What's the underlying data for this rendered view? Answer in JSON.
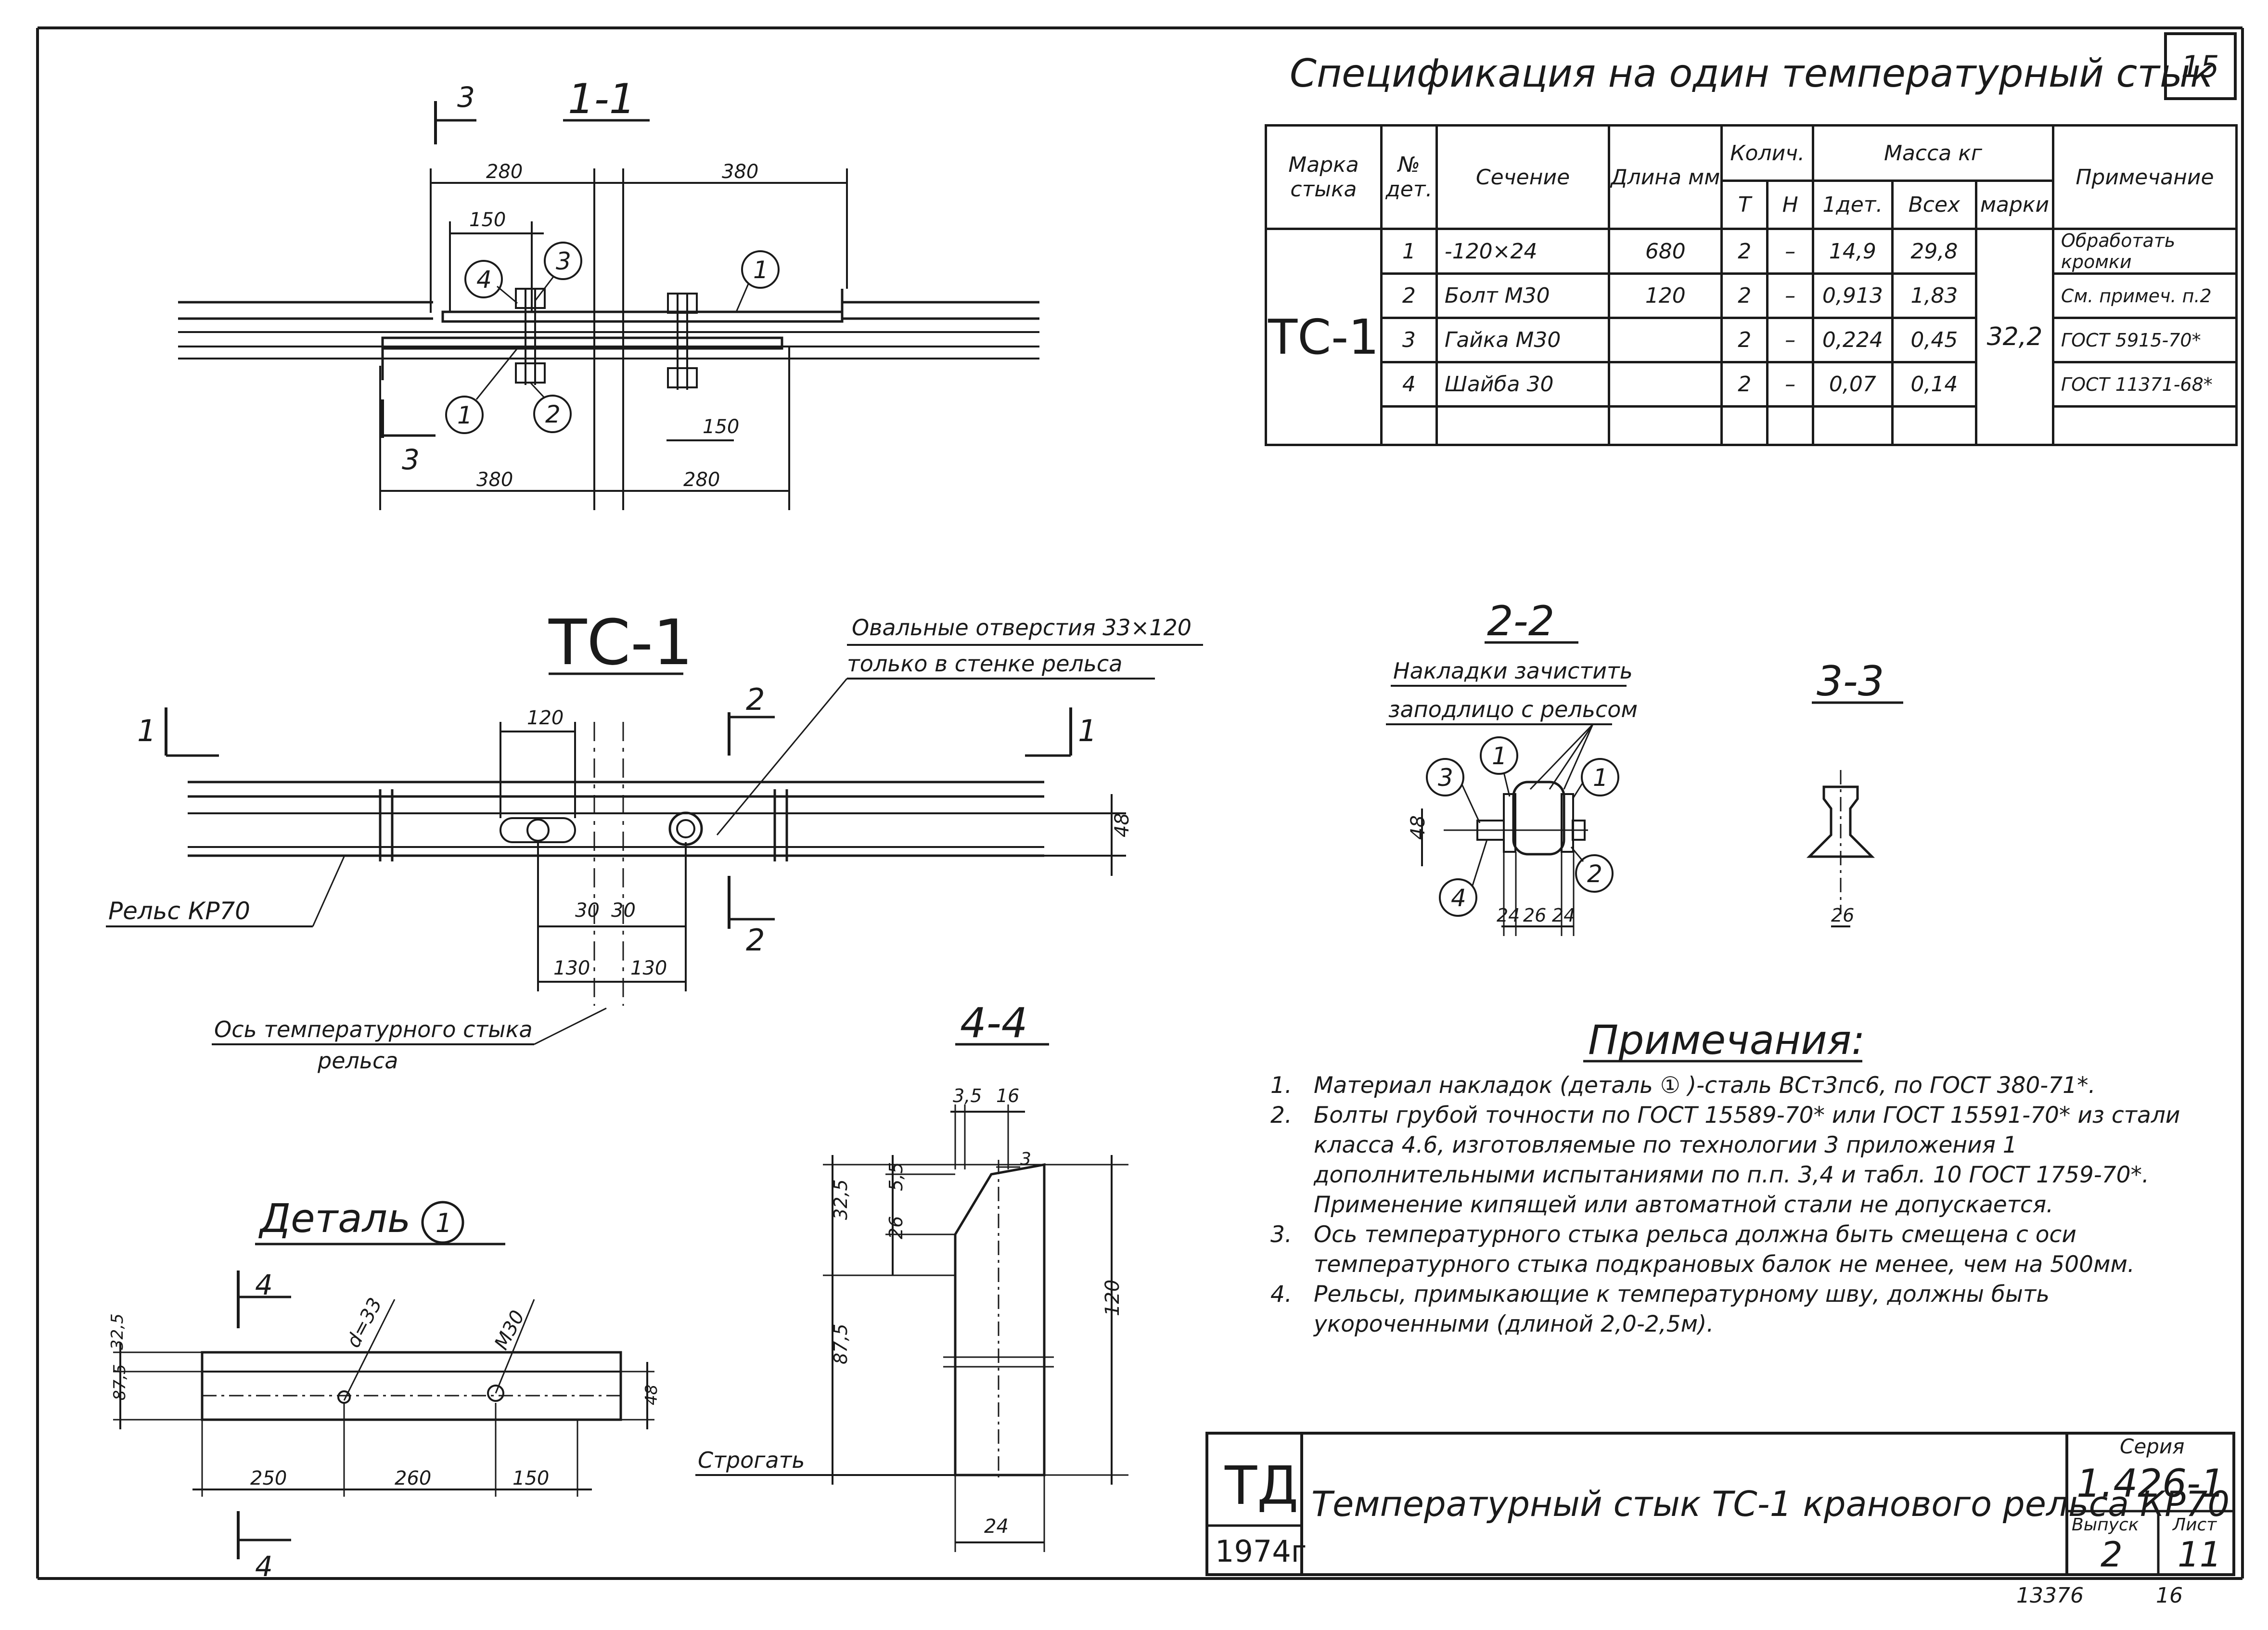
{
  "sheet_number": "15",
  "stamp_number": "13376",
  "stamp_page": "16",
  "spec": {
    "title": "Спецификация на один температурный стык",
    "headers": {
      "mark": "Марка стыка",
      "num": "№ дет.",
      "section": "Сечение",
      "length": "Длина мм",
      "qty": "Колич.",
      "qty_t": "Т",
      "qty_n": "Н",
      "mass": "Масса кг",
      "mass_one": "1дет.",
      "mass_all": "Всех",
      "mass_mark": "марки",
      "note": "Примечание"
    },
    "mark": "ТС-1",
    "mark_mass": "32,2",
    "rows": [
      {
        "num": "1",
        "section": "-120×24",
        "length": "680",
        "t": "2",
        "n": "–",
        "one": "14,9",
        "all": "29,8",
        "note": "Обработать кромки"
      },
      {
        "num": "2",
        "section": "Болт М30",
        "length": "120",
        "t": "2",
        "n": "–",
        "one": "0,913",
        "all": "1,83",
        "note": "См. примеч. п.2"
      },
      {
        "num": "3",
        "section": "Гайка М30",
        "length": "",
        "t": "2",
        "n": "–",
        "one": "0,224",
        "all": "0,45",
        "note": "ГОСТ 5915-70*"
      },
      {
        "num": "4",
        "section": "Шайба 30",
        "length": "",
        "t": "2",
        "n": "–",
        "one": "0,07",
        "all": "0,14",
        "note": "ГОСТ 11371-68*"
      }
    ]
  },
  "views": {
    "s11": {
      "title": "1-1",
      "d280a": "280",
      "d380a": "380",
      "d150a": "150",
      "d150b": "150",
      "d380b": "380",
      "d280b": "280",
      "cut": "3"
    },
    "tc1": {
      "title": "ТС-1",
      "d120": "120",
      "d30a": "30",
      "d30b": "30",
      "d130a": "130",
      "d130b": "130",
      "d48": "48",
      "cut1": "1",
      "cut2": "2",
      "oval_note_1": "Овальные отверстия 33×120",
      "oval_note_2": "только в стенке рельса",
      "rail_label": "Рельс КР70",
      "axis_label_1": "Ось температурного стыка",
      "axis_label_2": "рельса"
    },
    "s22": {
      "title": "2-2",
      "note_1": "Накладки зачистить",
      "note_2": "заподлицо с рельсом",
      "d48": "48",
      "d24a": "24",
      "d26": "26",
      "d24b": "24"
    },
    "s33": {
      "title": "3-3",
      "d26": "26"
    },
    "s44": {
      "title": "4-4",
      "d35": "3,5",
      "d16": "16",
      "d55": "5,5",
      "d325": "32,5",
      "d26": "26",
      "d875": "87,5",
      "d120": "120",
      "d24": "24",
      "weld": "3",
      "plane": "Строгать"
    },
    "detail": {
      "title": "Деталь",
      "num": "1",
      "d325": "32,5",
      "d875": "87,5",
      "d48": "48",
      "d250": "250",
      "d260": "260",
      "d150": "150",
      "hole": "d=33",
      "bolt": "М30",
      "cut": "4"
    }
  },
  "notes": {
    "title": "Примечания:",
    "items": [
      {
        "n": "1.",
        "text": "Материал накладок (деталь ① )-сталь ВСт3пс6, по ГОСТ 380-71*."
      },
      {
        "n": "2.",
        "text": "Болты грубой точности по ГОСТ 15589-70* или ГОСТ 15591-70* из стали класса 4.6, изготовляемые по технологии 3 приложения 1 дополнительными испытаниями по п.п. 3,4 и табл. 10 ГОСТ 1759-70*. Применение кипящей или автоматной стали не допускается."
      },
      {
        "n": "3.",
        "text": "Ось температурного стыка рельса должна быть смещена с оси температурного стыка подкрановых балок не менее, чем на 500мм."
      },
      {
        "n": "4.",
        "text": "Рельсы, примыкающие к температурному шву, должны быть укороченными (длиной 2,0-2,5м)."
      }
    ]
  },
  "stamp": {
    "org": "ТД",
    "year": "1974г",
    "title": "Температурный стык ТС-1 кранового рельса КР70",
    "series_label": "Серия",
    "series": "1.426-1",
    "issue_label": "Выпуск",
    "issue": "2",
    "sheet_label": "Лист",
    "sheet": "11"
  }
}
